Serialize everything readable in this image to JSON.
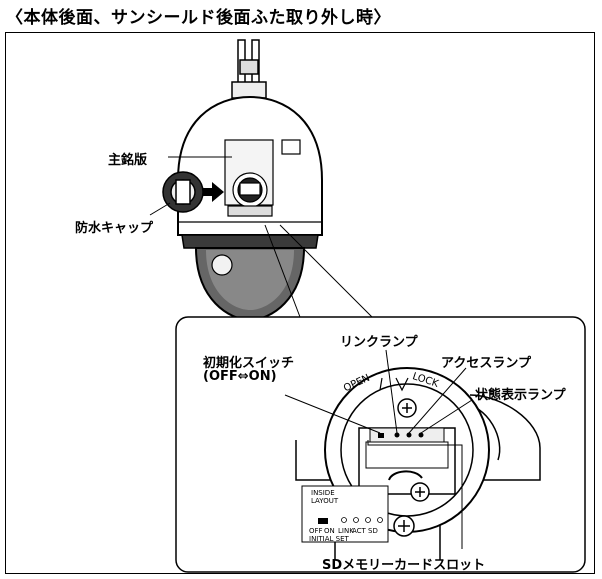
{
  "title": "〈本体後面、サンシールド後面ふた取り外し時〉",
  "labels": {
    "nameplate": "主銘版",
    "waterproof_cap": "防水キャップ",
    "link_lamp": "リンクランプ",
    "access_lamp": "アクセスランプ",
    "status_lamp": "状態表示ランプ",
    "init_switch_line1": "初期化スイッチ",
    "init_switch_line2": "(OFF⇔ON)",
    "sd_slot": "SDメモリーカードスロット"
  },
  "panel_text": {
    "open": "OPEN",
    "lock": "LOCK",
    "inside": "INSIDE",
    "layout": "LAYOUT",
    "off": "OFF",
    "on": "ON",
    "link": "LINK",
    "act": "ACT",
    "sd": "SD",
    "initial_set": "INITIAL SET"
  }
}
